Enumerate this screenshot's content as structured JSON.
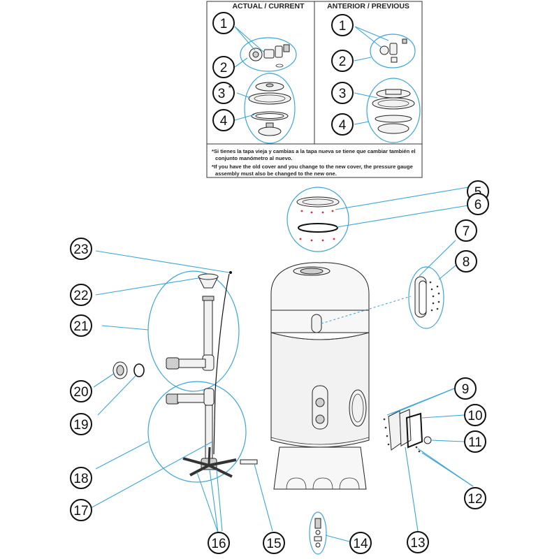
{
  "header": {
    "current": "ACTUAL / CURRENT",
    "previous": "ANTERIOR / PREVIOUS"
  },
  "note": {
    "es_line1": "*Si tienes la tapa vieja y cambias a la tapa nueva se tiene que cambiar también el",
    "es_line2": "conjunto manómetro al nuevo.",
    "en_line1": "*If you have the old cover and you change to the new cover, the pressure gauge",
    "en_line2": "assembly must also be changed to the new one."
  },
  "callouts": {
    "c1a": "1",
    "c2a": "2",
    "c3a": "3",
    "c3a_mark": "*",
    "c4a": "4",
    "c1b": "1",
    "c2b": "2",
    "c3b": "3",
    "c4b": "4",
    "c5": "5",
    "c6": "6",
    "c7": "7",
    "c8": "8",
    "c9": "9",
    "c10": "10",
    "c11": "11",
    "c12": "12",
    "c13": "13",
    "c14": "14",
    "c15": "15",
    "c16": "16",
    "c17": "17",
    "c18": "18",
    "c19": "19",
    "c20": "20",
    "c21": "21",
    "c22": "22",
    "c23": "23"
  },
  "colors": {
    "leader": "#3aa6d8",
    "outline": "#111111",
    "part_fill": "#f2f2f2"
  }
}
